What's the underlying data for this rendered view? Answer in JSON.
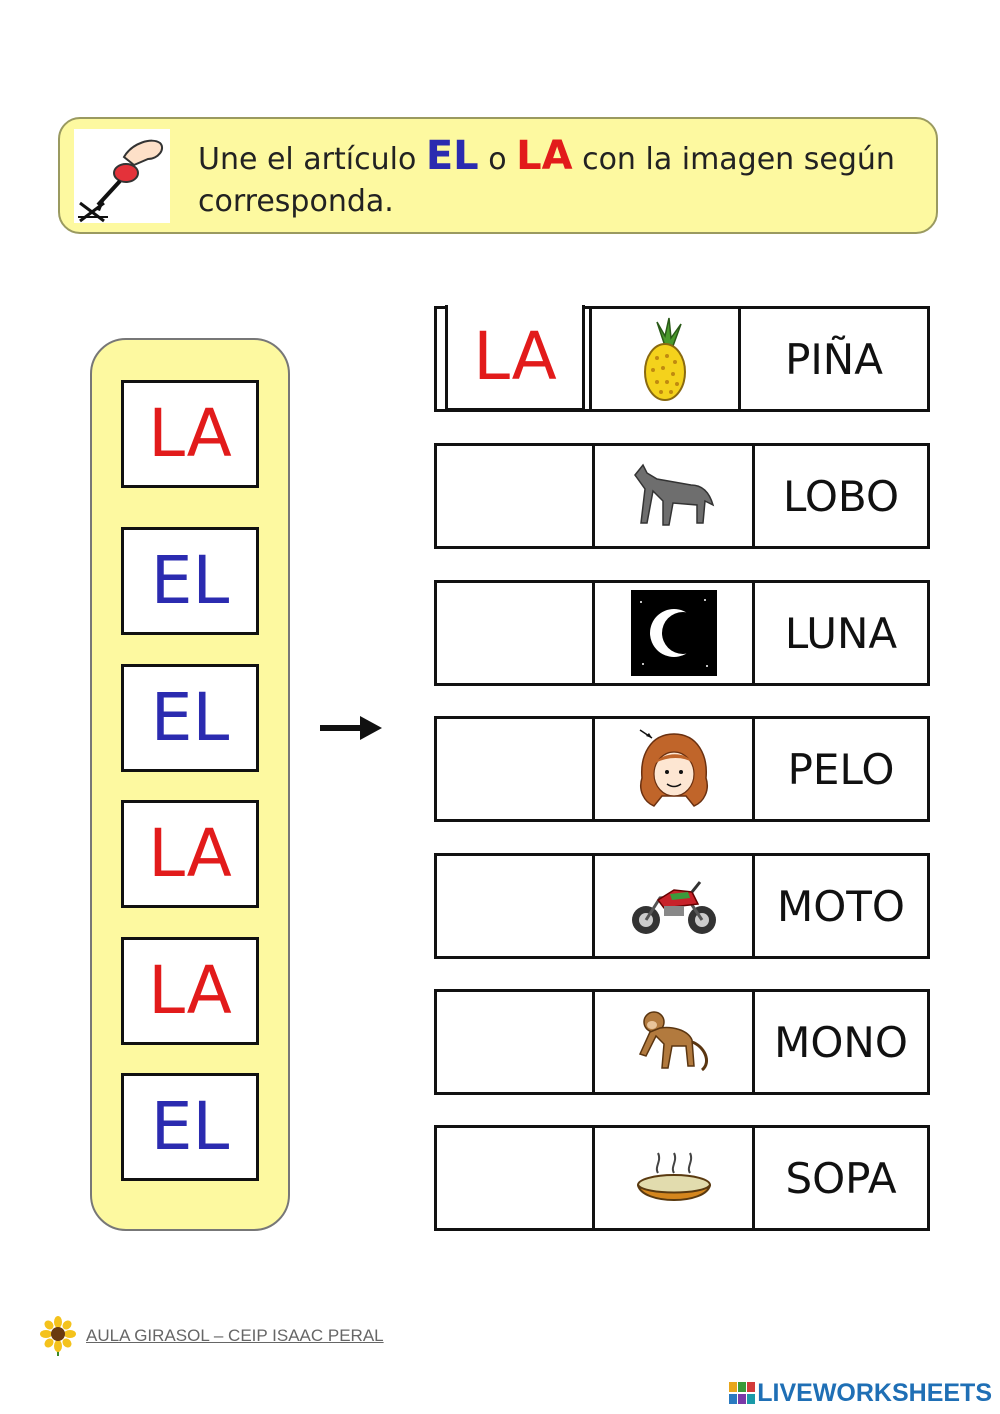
{
  "instruction": {
    "part1": "Une el artículo ",
    "el": "EL",
    "part2": " o ",
    "la": "LA",
    "part3": " con la imagen según corresponda."
  },
  "colors": {
    "el": "#2b2bb0",
    "la": "#e21b1b",
    "panel": "#fdf9a0"
  },
  "article_cards": [
    {
      "text": "LA",
      "color": "red"
    },
    {
      "text": "EL",
      "color": "blue"
    },
    {
      "text": "EL",
      "color": "blue"
    },
    {
      "text": "LA",
      "color": "red"
    },
    {
      "text": "LA",
      "color": "red"
    },
    {
      "text": "EL",
      "color": "blue"
    }
  ],
  "rows": [
    {
      "placed": "LA",
      "icon": "pineapple-icon",
      "word": "PIÑA"
    },
    {
      "placed": "",
      "icon": "wolf-icon",
      "word": "LOBO"
    },
    {
      "placed": "",
      "icon": "moon-icon",
      "word": "LUNA"
    },
    {
      "placed": "",
      "icon": "hair-icon",
      "word": "PELO"
    },
    {
      "placed": "",
      "icon": "motorcycle-icon",
      "word": "MOTO"
    },
    {
      "placed": "",
      "icon": "monkey-icon",
      "word": "MONO"
    },
    {
      "placed": "",
      "icon": "soup-icon",
      "word": "SOPA"
    }
  ],
  "footer": {
    "text": "AULA GIRASOL – CEIP ISAAC PERAL",
    "icon": "sunflower-icon"
  },
  "brand": {
    "text": "LIVEWORKSHEETS"
  }
}
